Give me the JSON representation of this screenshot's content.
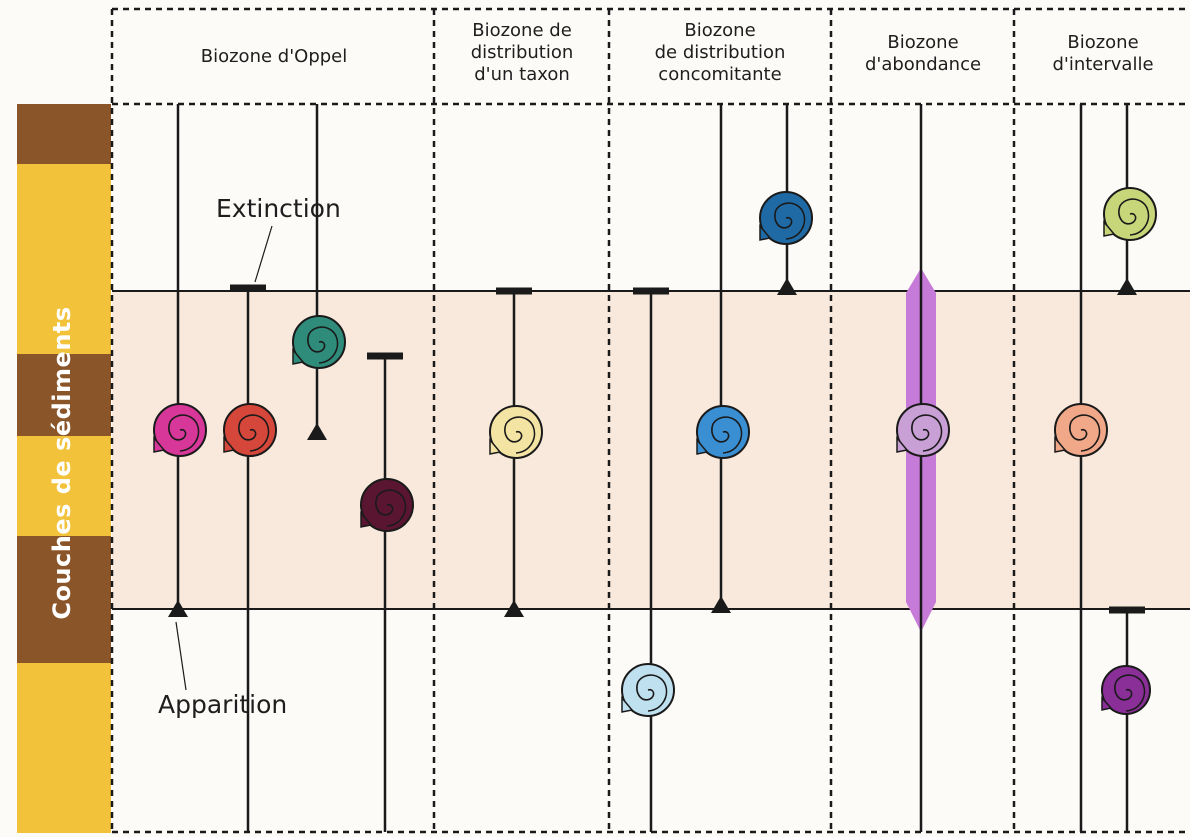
{
  "side_label": "Couches de sédiments",
  "columns": [
    {
      "title": "Biozone d'Oppel"
    },
    {
      "title": "Biozone de\ndistribution\nd'un taxon"
    },
    {
      "title": "Biozone\nde distribution\nconcomitante"
    },
    {
      "title": "Biozone\nd'abondance"
    },
    {
      "title": "Biozone\nd'intervalle"
    }
  ],
  "annotations": {
    "extinction": "Extinction",
    "apparition": "Apparition"
  },
  "colors": {
    "strata_dark": "#8a5528",
    "strata_light": "#f2c23a",
    "biozone_band": "#f8e9dc",
    "abundance_band": "#c77bd8",
    "line": "#1a1a1a",
    "taxa": {
      "magenta": "#d8379a",
      "red": "#d5473a",
      "teal": "#2f8c7a",
      "maroon": "#5a1630",
      "pale_yellow": "#f4e4a4",
      "blue": "#3a8fd2",
      "navy": "#1f6aa5",
      "light_blue": "#bfe0ee",
      "lilac": "#c9a0d6",
      "salmon": "#f0a888",
      "yellow_green": "#c8d67a",
      "purple": "#8a2e98"
    }
  }
}
